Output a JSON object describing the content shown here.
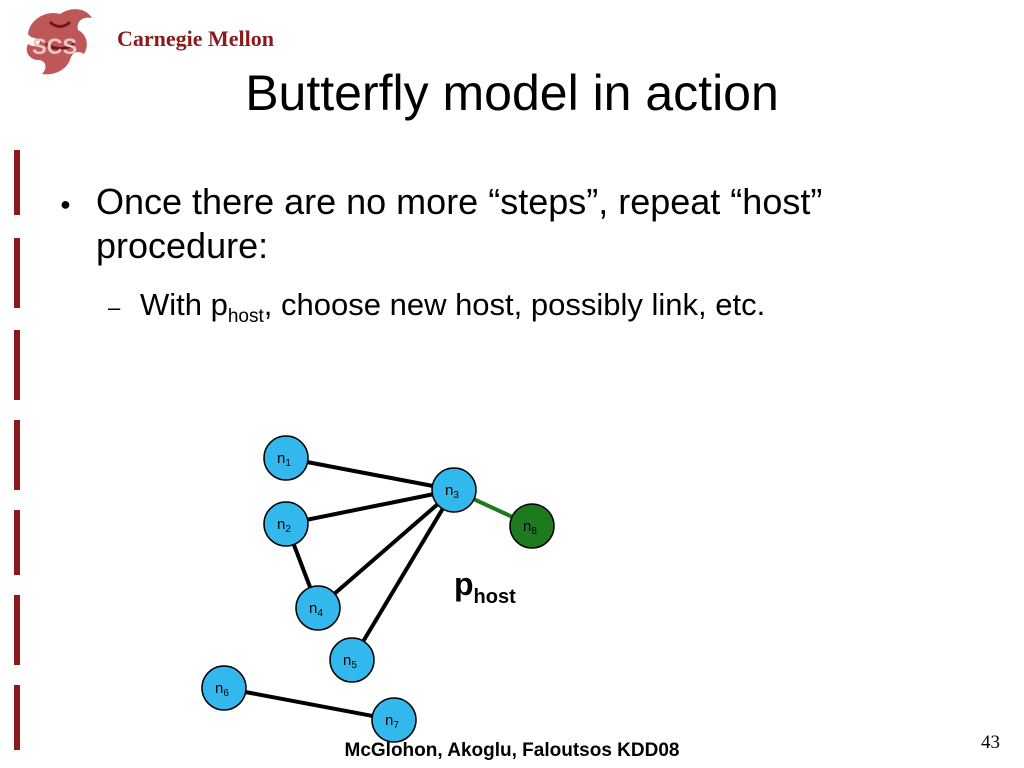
{
  "header": {
    "logo_text": "Carnegie Mellon",
    "logo_badge": "SCS",
    "title": "Butterfly model in action"
  },
  "bullets": [
    {
      "text": "Once there are no more “steps”, repeat “host” procedure:",
      "sub": {
        "before": "With p",
        "subscript": "host",
        "after": ", choose new host, possibly link, etc."
      }
    }
  ],
  "graph": {
    "nodes": [
      {
        "id": "n1",
        "label": "n",
        "index": "1",
        "color": "#33b8ee"
      },
      {
        "id": "n2",
        "label": "n",
        "index": "2",
        "color": "#33b8ee"
      },
      {
        "id": "n3",
        "label": "n",
        "index": "3",
        "color": "#33b8ee"
      },
      {
        "id": "n4",
        "label": "n",
        "index": "4",
        "color": "#33b8ee"
      },
      {
        "id": "n5",
        "label": "n",
        "index": "5",
        "color": "#33b8ee"
      },
      {
        "id": "n6",
        "label": "n",
        "index": "6",
        "color": "#33b8ee"
      },
      {
        "id": "n7",
        "label": "n",
        "index": "7",
        "color": "#33b8ee"
      },
      {
        "id": "n8",
        "label": "n",
        "index": "8",
        "color": "#1e7a1e"
      }
    ],
    "edges": [
      {
        "from": "n1",
        "to": "n3",
        "color": "#000000"
      },
      {
        "from": "n2",
        "to": "n3",
        "color": "#000000"
      },
      {
        "from": "n4",
        "to": "n3",
        "color": "#000000"
      },
      {
        "from": "n5",
        "to": "n3",
        "color": "#000000"
      },
      {
        "from": "n2",
        "to": "n4",
        "color": "#000000"
      },
      {
        "from": "n6",
        "to": "n7",
        "color": "#000000"
      },
      {
        "from": "n3",
        "to": "n8",
        "color": "#1e7a1e"
      }
    ],
    "label": {
      "main": "p",
      "subscript": "host"
    }
  },
  "footer": {
    "credit": "McGlohon, Akoglu, Faloutsos KDD08",
    "page_number": "43"
  },
  "colors": {
    "accent": "#8b1a1a",
    "node_fill": "#33b8ee",
    "new_node_fill": "#1e7a1e"
  }
}
